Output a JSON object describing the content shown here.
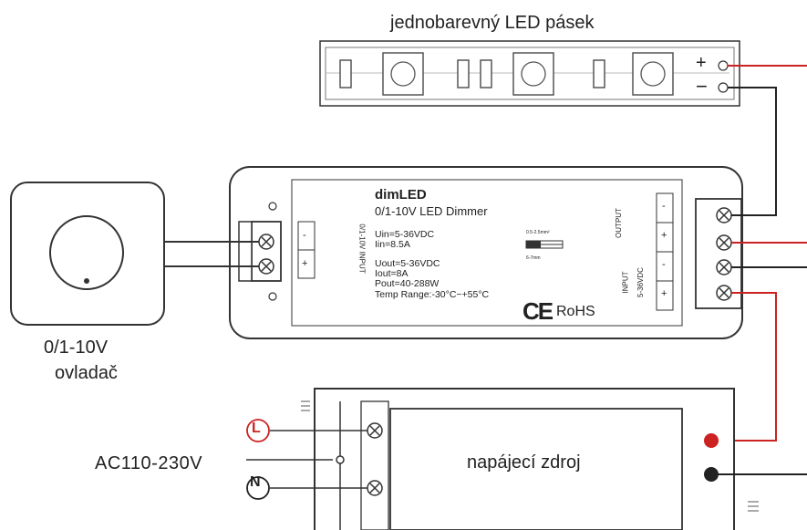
{
  "strip": {
    "title": "jednobarevný LED pásek",
    "plus": "+",
    "minus": "−"
  },
  "controller": {
    "line1": "0/1-10V",
    "line2": "ovladač"
  },
  "dimmer": {
    "brand": "dimLED",
    "model": "0/1-10V LED Dimmer",
    "uin": "Uin=5-36VDC",
    "iin": "Iin=8.5A",
    "uout": "Uout=5-36VDC",
    "iout": "Iout=8A",
    "pout": "Pout=40-288W",
    "temp": "Temp Range:-30°C~+55°C",
    "ce": "CE",
    "rohs": "RoHS",
    "wire_gauge": "0.5-2.5mm²",
    "wire_strip": "6-7mm",
    "input_left": "0/1-10V INPUT",
    "output": "OUTPUT",
    "input_right": "INPUT",
    "input_right_volt": "5-36VDC",
    "term_minus": "-",
    "term_plus": "+"
  },
  "power": {
    "ac_label": "AC110-230V",
    "psu_label": "napájecí zdroj",
    "L": "L",
    "N": "N"
  },
  "colors": {
    "red": "#cc2222",
    "black": "#222222",
    "line": "#333333"
  }
}
